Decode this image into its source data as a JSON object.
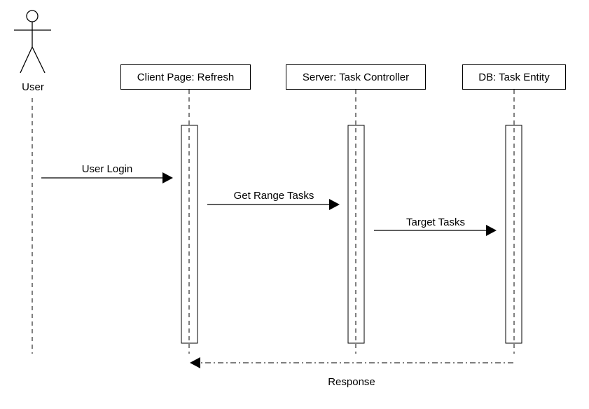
{
  "actor": {
    "label": "User"
  },
  "participants": [
    {
      "id": "client",
      "label": "Client Page: Refresh"
    },
    {
      "id": "server",
      "label": "Server: Task Controller"
    },
    {
      "id": "db",
      "label": "DB: Task Entity"
    }
  ],
  "messages": [
    {
      "id": "user-login",
      "label": "User Login",
      "style": "solid"
    },
    {
      "id": "get-range-tasks",
      "label": "Get Range Tasks",
      "style": "solid"
    },
    {
      "id": "target-tasks",
      "label": "Target Tasks",
      "style": "solid"
    },
    {
      "id": "response",
      "label": "Response",
      "style": "dashed"
    }
  ]
}
